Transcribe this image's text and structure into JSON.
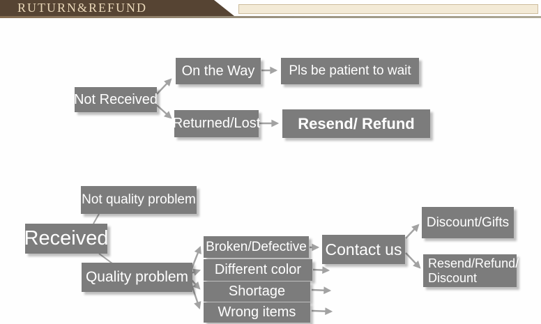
{
  "header": {
    "title": "RUTURN&REFUND"
  },
  "colors": {
    "banner_brown": "#564433",
    "banner_text": "#e9d7b8",
    "stripe_cream": "#f3ead6",
    "stripe_border": "#cdbd9e",
    "box_gray": "#7c7c7c",
    "box_text": "#ffffff",
    "arrow": "#a2a2a2"
  },
  "flowchart": {
    "nodes": {
      "not_received": "Not Received",
      "on_the_way": "On the Way",
      "pls_be_patient": "Pls be patient to wait",
      "returned_lost": "Returned/Lost",
      "resend_refund": "Resend/ Refund",
      "not_quality_problem": "Not quality problem",
      "received": "Received",
      "quality_problem": "Quality problem",
      "broken_defective": "Broken/Defective",
      "different_color": "Different color",
      "shortage": "Shortage",
      "wrong_items": "Wrong items",
      "contact_us": "Contact us",
      "discount_gifts": "Discount/Gifts",
      "resend_refund_discount": "Resend/Refund/\nDiscount"
    },
    "edges": [
      {
        "from": "Not Received",
        "to": "On the Way"
      },
      {
        "from": "Not Received",
        "to": "Returned/Lost"
      },
      {
        "from": "On the Way",
        "to": "Pls be patient to wait"
      },
      {
        "from": "Returned/Lost",
        "to": "Resend/ Refund"
      },
      {
        "from": "Received",
        "to": "Not quality problem"
      },
      {
        "from": "Received",
        "to": "Quality problem"
      },
      {
        "from": "Quality problem",
        "to": "Broken/Defective"
      },
      {
        "from": "Quality problem",
        "to": "Different color"
      },
      {
        "from": "Quality problem",
        "to": "Shortage"
      },
      {
        "from": "Quality problem",
        "to": "Wrong items"
      },
      {
        "from": "Broken/Defective",
        "to": "Contact us"
      },
      {
        "from": "Different color",
        "to": "Contact us"
      },
      {
        "from": "Shortage",
        "to": "Contact us"
      },
      {
        "from": "Wrong items",
        "to": "Contact us"
      },
      {
        "from": "Contact us",
        "to": "Discount/Gifts"
      },
      {
        "from": "Contact us",
        "to": "Resend/Refund/Discount"
      }
    ]
  }
}
